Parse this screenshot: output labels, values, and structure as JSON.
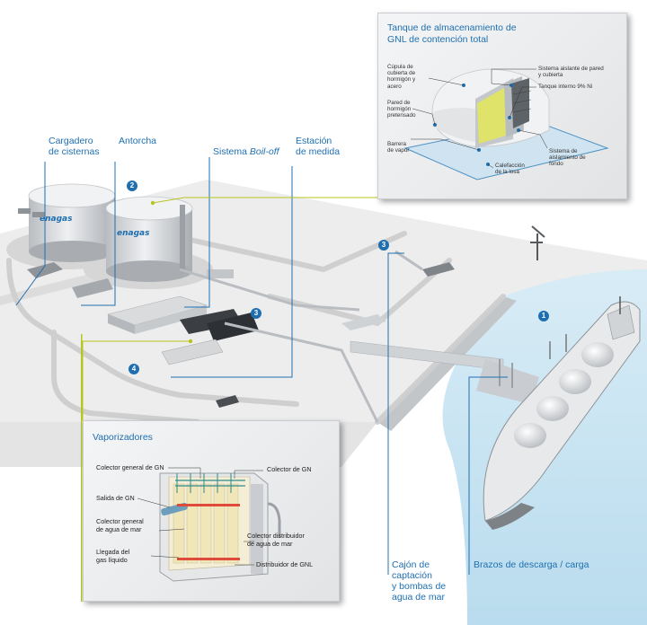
{
  "labels": {
    "cargadero": "Cargadero\nde cisternas",
    "antorcha": "Antorcha",
    "boiloff_prefix": "Sistema ",
    "boiloff_italic": "Boil-off",
    "estacion": "Estación\nde medida",
    "cajon": "Cajón de\ncaptación\ny bombas de\nagua de mar",
    "brazos": "Brazos de descarga / carga"
  },
  "tank_logo": "enagas",
  "markers": [
    "1",
    "2",
    "3",
    "3",
    "4"
  ],
  "tank_inset": {
    "title": "Tanque de almacenamiento de\nGNL de contención total",
    "labels": {
      "cupula": "Cúpula de\ncubierta de\nhormigón y\nacero",
      "pared_hormigon": "Pared de\nhormigón\npretensado",
      "barrera": "Barrera\nde vapor",
      "sistema_aislante": "Sistema aislante de pared\ny cubierta",
      "tanque_interno": "Tanque interno 9% Ni",
      "sistema_fondo": "Sistema de\naislamiento de\nfondo",
      "calefaccion": "Calefacción\nde la losa"
    }
  },
  "vapor_inset": {
    "title": "Vaporizadores",
    "labels": {
      "colector_general_gn": "Colector general de GN",
      "salida_gn": "Salida de GN",
      "colector_general_agua": "Colector general\nde agua de mar",
      "llegada": "Llegada del\ngas líquido",
      "colector_gn": "Colector de GN",
      "colector_distribuidor": "Colector distribuidor\nde agua de mar",
      "distribuidor_gnl": "Distribuidor de GNL"
    }
  },
  "colors": {
    "accent": "#1f6fb0",
    "callout_line": "#b8c41f",
    "sea": "#cfe6f2",
    "ground": "#ececec",
    "road": "#d4d4d4"
  }
}
